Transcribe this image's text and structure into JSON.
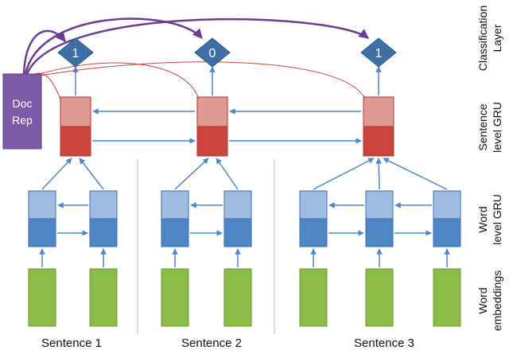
{
  "doc_rep": {
    "line1": "Doc",
    "line2": "Rep"
  },
  "classification": {
    "values": [
      "1",
      "0",
      "1"
    ]
  },
  "sentences": [
    "Sentence 1",
    "Sentence 2",
    "Sentence 3"
  ],
  "side_labels": {
    "classification": [
      "Classification",
      "Layer"
    ],
    "sentence_gru": [
      "Sentence",
      "level GRU"
    ],
    "word_gru": [
      "Word",
      "level GRU"
    ],
    "word_embeddings": [
      "Word",
      "embeddings"
    ]
  },
  "colors": {
    "embedding": "#8dbb47",
    "word_gru_top": "#9fbde0",
    "word_gru_bottom": "#4f86c6",
    "sent_gru_top": "#df9a94",
    "sent_gru_bottom": "#c9453d",
    "diamond": "#3f6fa4",
    "doc_rep": "#7d5aa6",
    "arrow": "#4f86c6",
    "doc_arrow": "#6a3d8f",
    "doc_line": "#c9453d"
  }
}
